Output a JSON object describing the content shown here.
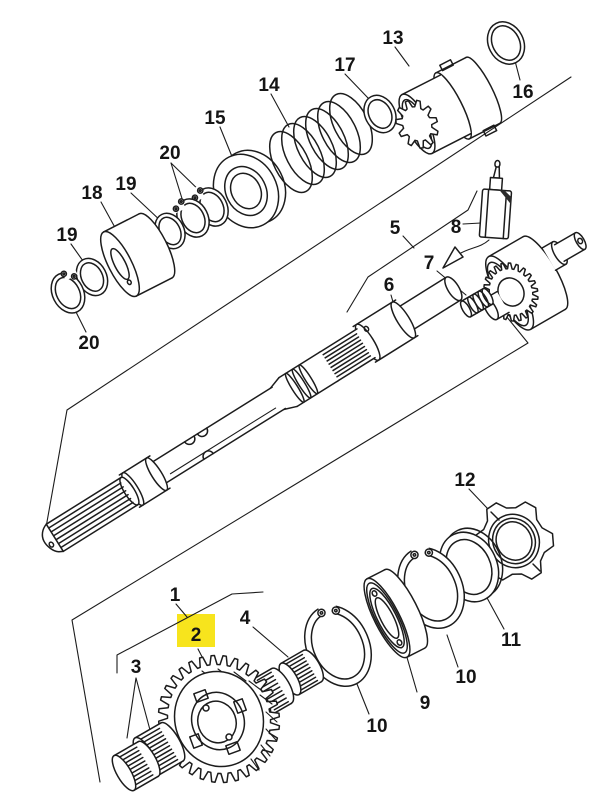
{
  "diagram": {
    "description": "Exploded parts diagram of a transmission shaft and gear assembly",
    "highlighted_part": "2",
    "highlight_color": "#F7E41D",
    "ink_color": "#1C1C1C",
    "labels": [
      {
        "t": "1"
      },
      {
        "t": "2"
      },
      {
        "t": "3"
      },
      {
        "t": "4"
      },
      {
        "t": "5"
      },
      {
        "t": "6"
      },
      {
        "t": "7"
      },
      {
        "t": "8"
      },
      {
        "t": "9"
      },
      {
        "t": "10"
      },
      {
        "t": "10"
      },
      {
        "t": "11"
      },
      {
        "t": "12"
      },
      {
        "t": "13"
      },
      {
        "t": "14"
      },
      {
        "t": "15"
      },
      {
        "t": "16"
      },
      {
        "t": "17"
      },
      {
        "t": "18"
      },
      {
        "t": "19"
      },
      {
        "t": "19"
      },
      {
        "t": "20"
      },
      {
        "t": "20"
      }
    ]
  }
}
